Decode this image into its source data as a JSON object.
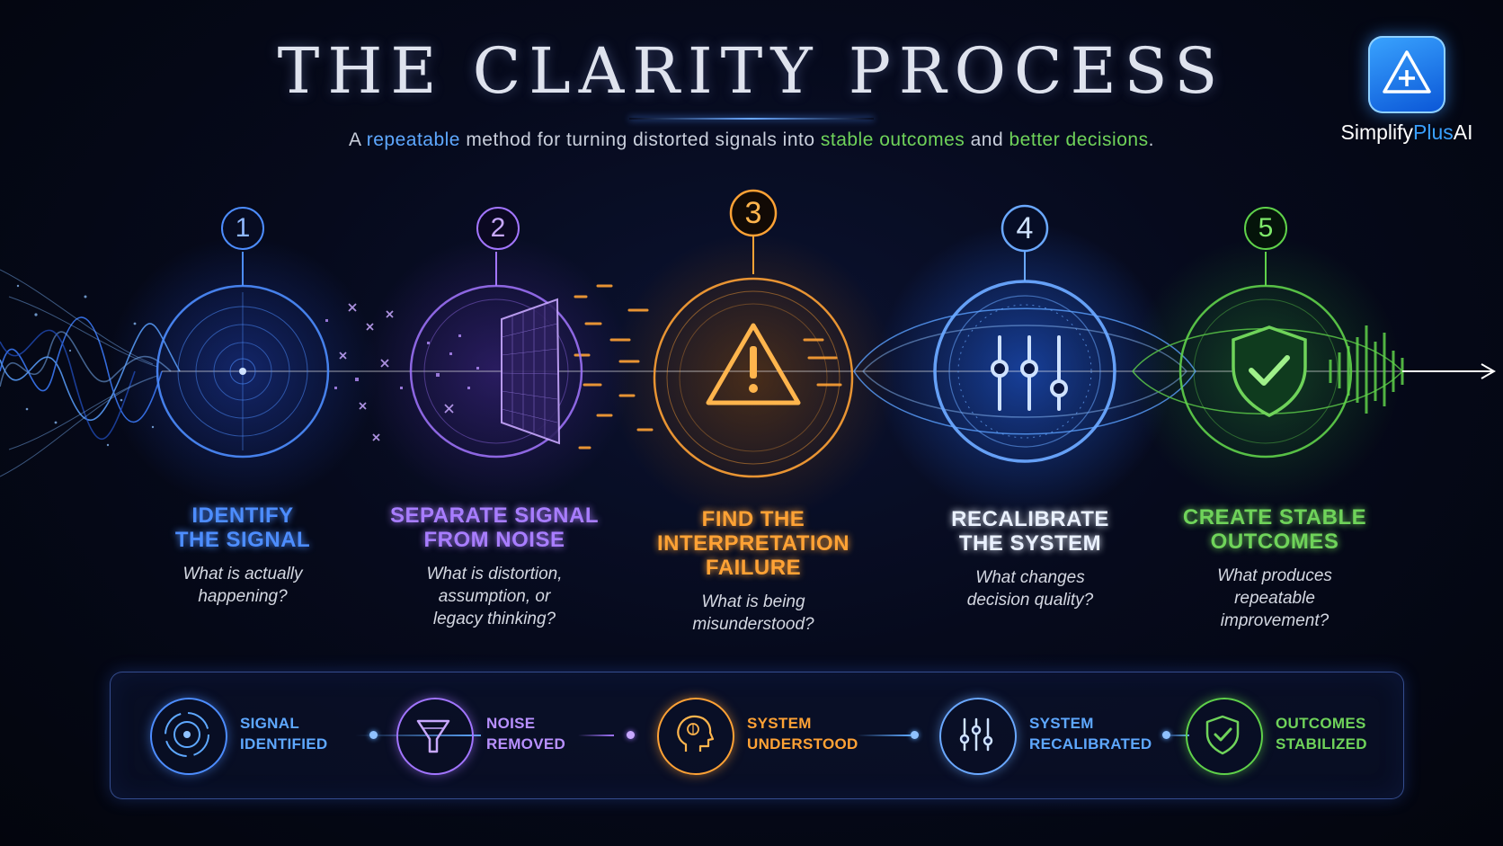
{
  "header": {
    "title": "THE CLARITY PROCESS",
    "subtitle_parts": {
      "a": "A ",
      "b": "repeatable",
      "c": " method for turning distorted signals into ",
      "d": "stable outcomes",
      "e": " and ",
      "f": "better decisions",
      "g": "."
    }
  },
  "logo": {
    "name_a": "Simplify",
    "name_b": "Plus",
    "name_c": "AI",
    "icon": "triangle-plus-icon"
  },
  "colors": {
    "step1": "#4d8dff",
    "step2": "#a275ff",
    "step3": "#ffa235",
    "step4": "#6aa8ff",
    "step5": "#5fd14a",
    "summary_text_blue": "#5ea8ff",
    "summary_text_purple": "#b890ff",
    "summary_text_orange": "#ffa235",
    "summary_text_green": "#6fd35a"
  },
  "steps": [
    {
      "number": "1",
      "title": "IDENTIFY\nTHE SIGNAL",
      "question": "What is actually\nhappening?",
      "icon": "radar-target-icon"
    },
    {
      "number": "2",
      "title": "SEPARATE SIGNAL\nFROM NOISE",
      "question": "What is distortion,\nassumption, or\nlegacy thinking?",
      "icon": "filter-mesh-icon"
    },
    {
      "number": "3",
      "title": "FIND THE\nINTERPRETATION FAILURE",
      "question": "What is being\nmisunderstood?",
      "icon": "warning-triangle-icon"
    },
    {
      "number": "4",
      "title": "RECALIBRATE\nTHE SYSTEM",
      "question": "What changes\ndecision quality?",
      "icon": "sliders-icon"
    },
    {
      "number": "5",
      "title": "CREATE STABLE\nOUTCOMES",
      "question": "What produces\nrepeatable\nimprovement?",
      "icon": "shield-check-icon"
    }
  ],
  "summary": [
    {
      "label": "SIGNAL\nIDENTIFIED",
      "icon": "radar-icon"
    },
    {
      "label": "NOISE\nREMOVED",
      "icon": "funnel-icon"
    },
    {
      "label": "SYSTEM\nUNDERSTOOD",
      "icon": "brain-head-icon"
    },
    {
      "label": "SYSTEM\nRECALIBRATED",
      "icon": "sliders-icon"
    },
    {
      "label": "OUTCOMES\nSTABILIZED",
      "icon": "shield-check-icon"
    }
  ]
}
